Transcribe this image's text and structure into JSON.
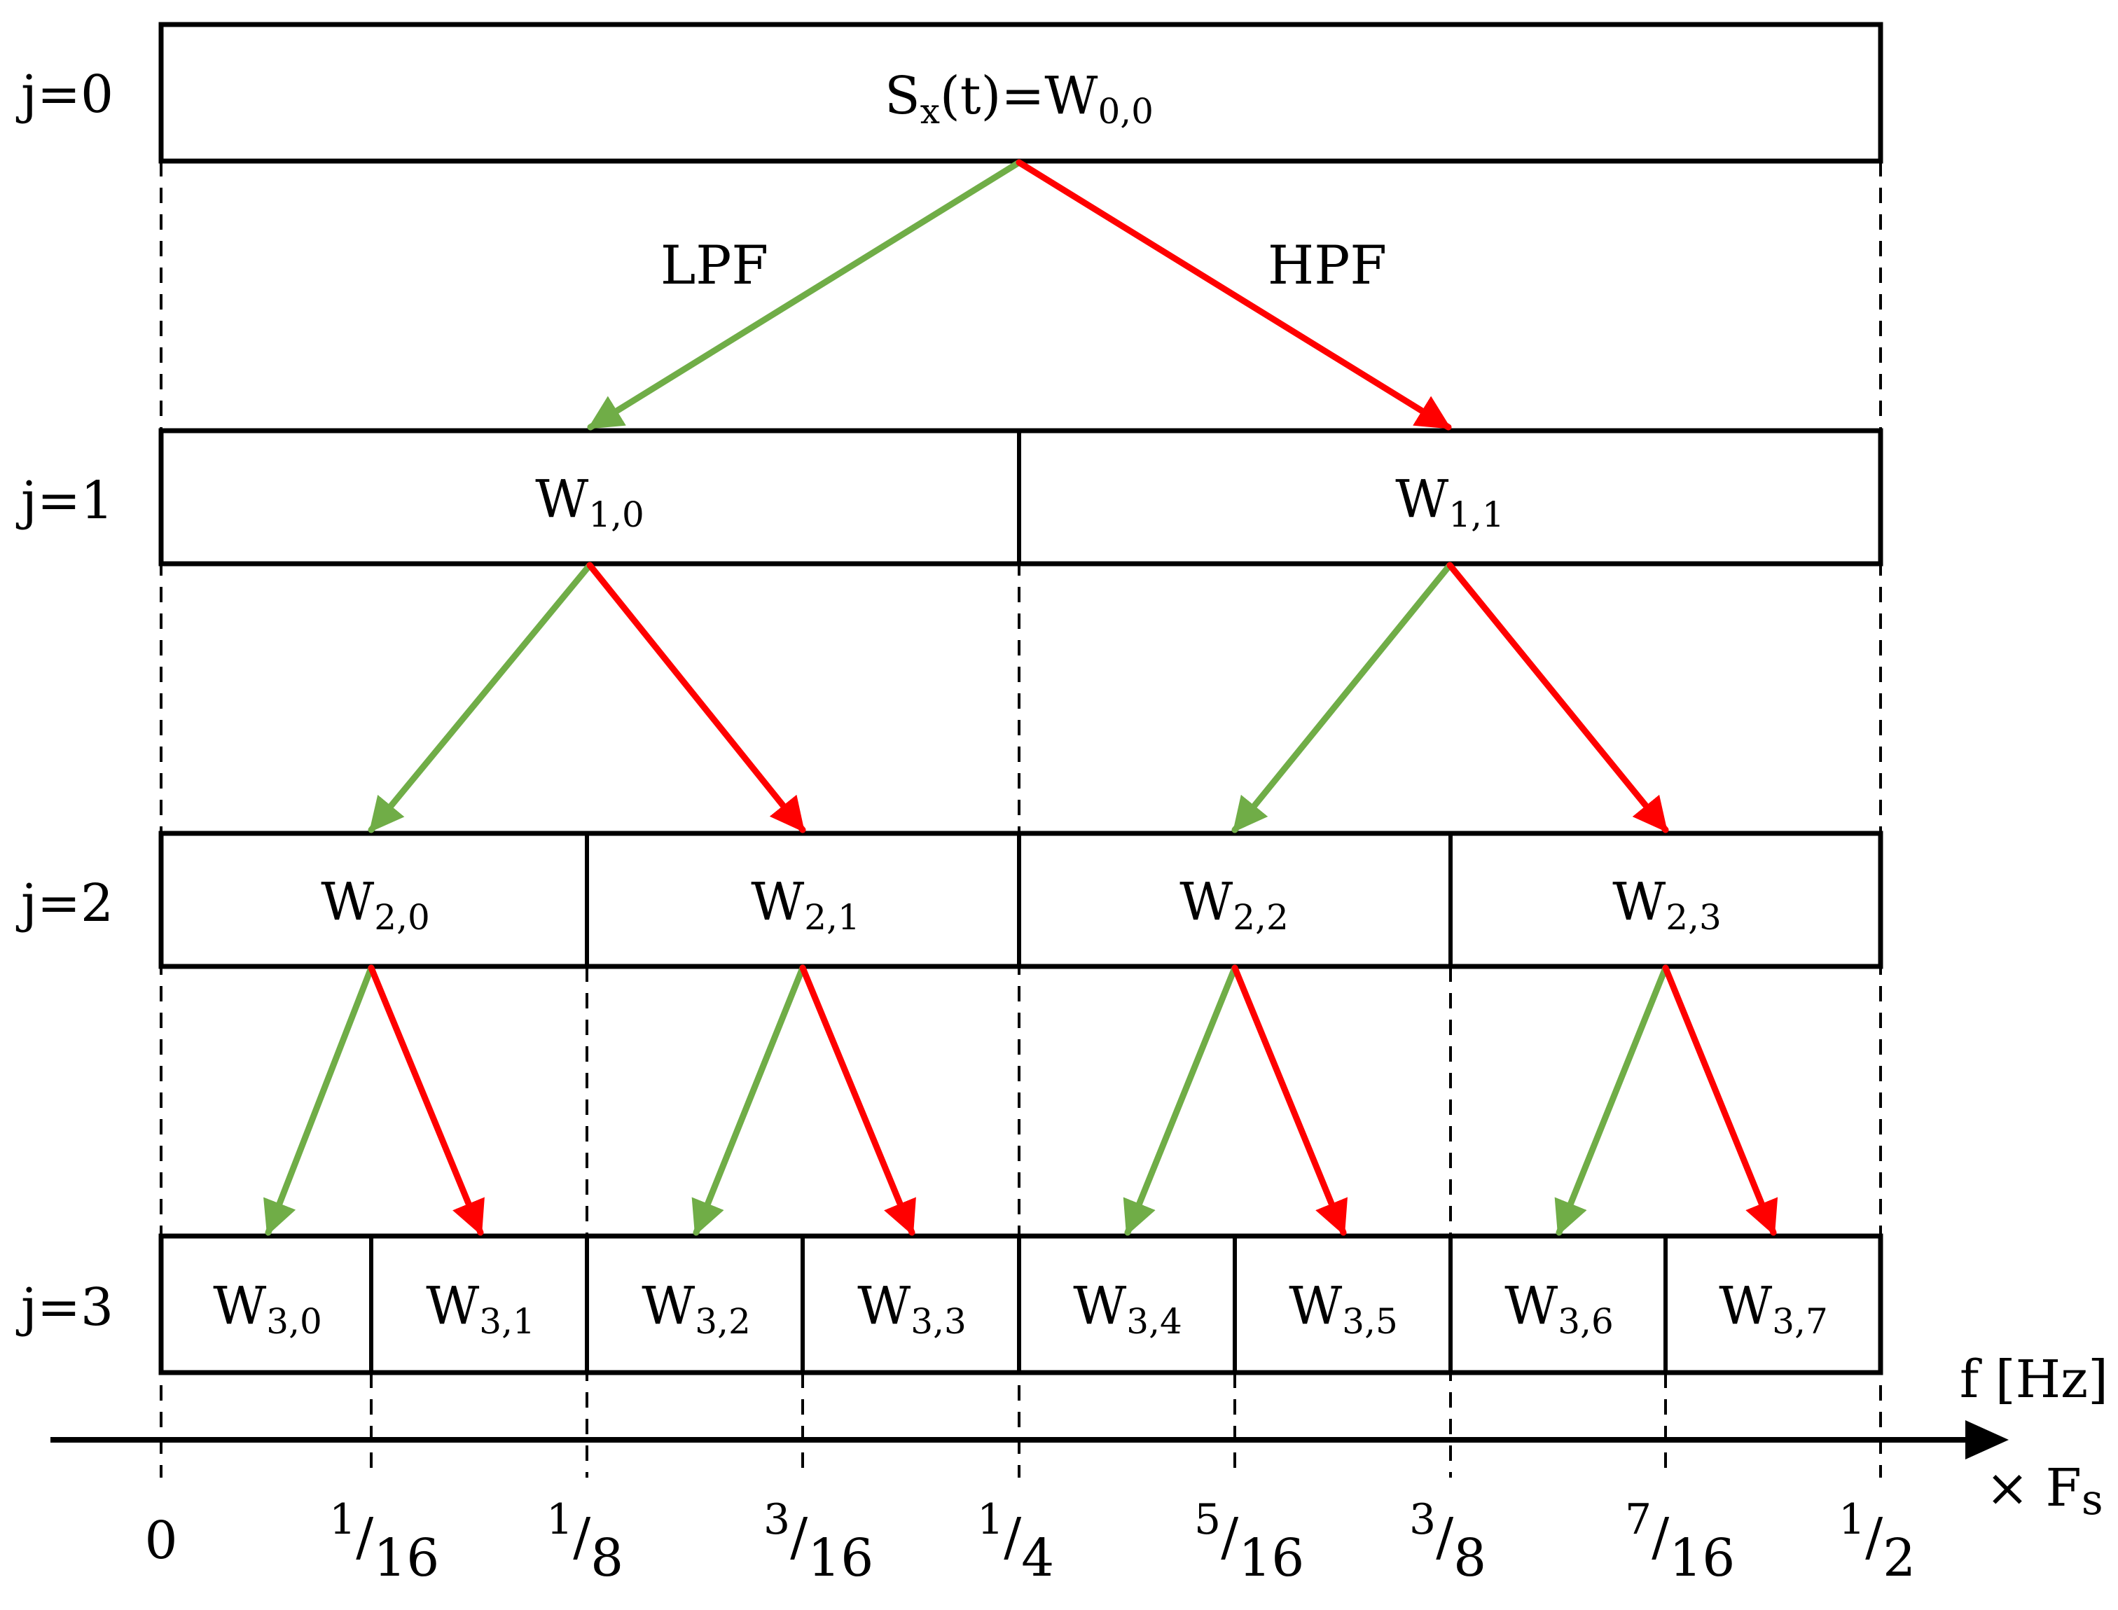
{
  "levels": [
    "j=0",
    "j=1",
    "j=2",
    "j=3"
  ],
  "root": {
    "lhs": "S",
    "lhs_sub": "x",
    "mid": "(t)=W",
    "sub": "0,0"
  },
  "nodes": {
    "j1": [
      {
        "main": "W",
        "sub": "1,0"
      },
      {
        "main": "W",
        "sub": "1,1"
      }
    ],
    "j2": [
      {
        "main": "W",
        "sub": "2,0"
      },
      {
        "main": "W",
        "sub": "2,1"
      },
      {
        "main": "W",
        "sub": "2,2"
      },
      {
        "main": "W",
        "sub": "2,3"
      }
    ],
    "j3": [
      {
        "main": "W",
        "sub": "3,0"
      },
      {
        "main": "W",
        "sub": "3,1"
      },
      {
        "main": "W",
        "sub": "3,2"
      },
      {
        "main": "W",
        "sub": "3,3"
      },
      {
        "main": "W",
        "sub": "3,4"
      },
      {
        "main": "W",
        "sub": "3,5"
      },
      {
        "main": "W",
        "sub": "3,6"
      },
      {
        "main": "W",
        "sub": "3,7"
      }
    ]
  },
  "filters": {
    "low": "LPF",
    "high": "HPF"
  },
  "axis": {
    "label": "f [Hz]",
    "scale_prefix": "× F",
    "scale_sub": "s",
    "ticks": [
      {
        "num": "0",
        "den": ""
      },
      {
        "num": "1",
        "den": "16"
      },
      {
        "num": "1",
        "den": "8"
      },
      {
        "num": "3",
        "den": "16"
      },
      {
        "num": "1",
        "den": "4"
      },
      {
        "num": "5",
        "den": "16"
      },
      {
        "num": "3",
        "den": "8"
      },
      {
        "num": "7",
        "den": "16"
      },
      {
        "num": "1",
        "den": "2"
      }
    ],
    "slash": "/"
  },
  "colors": {
    "low": "#70ad47",
    "high": "#ff0000",
    "line": "#000000"
  }
}
